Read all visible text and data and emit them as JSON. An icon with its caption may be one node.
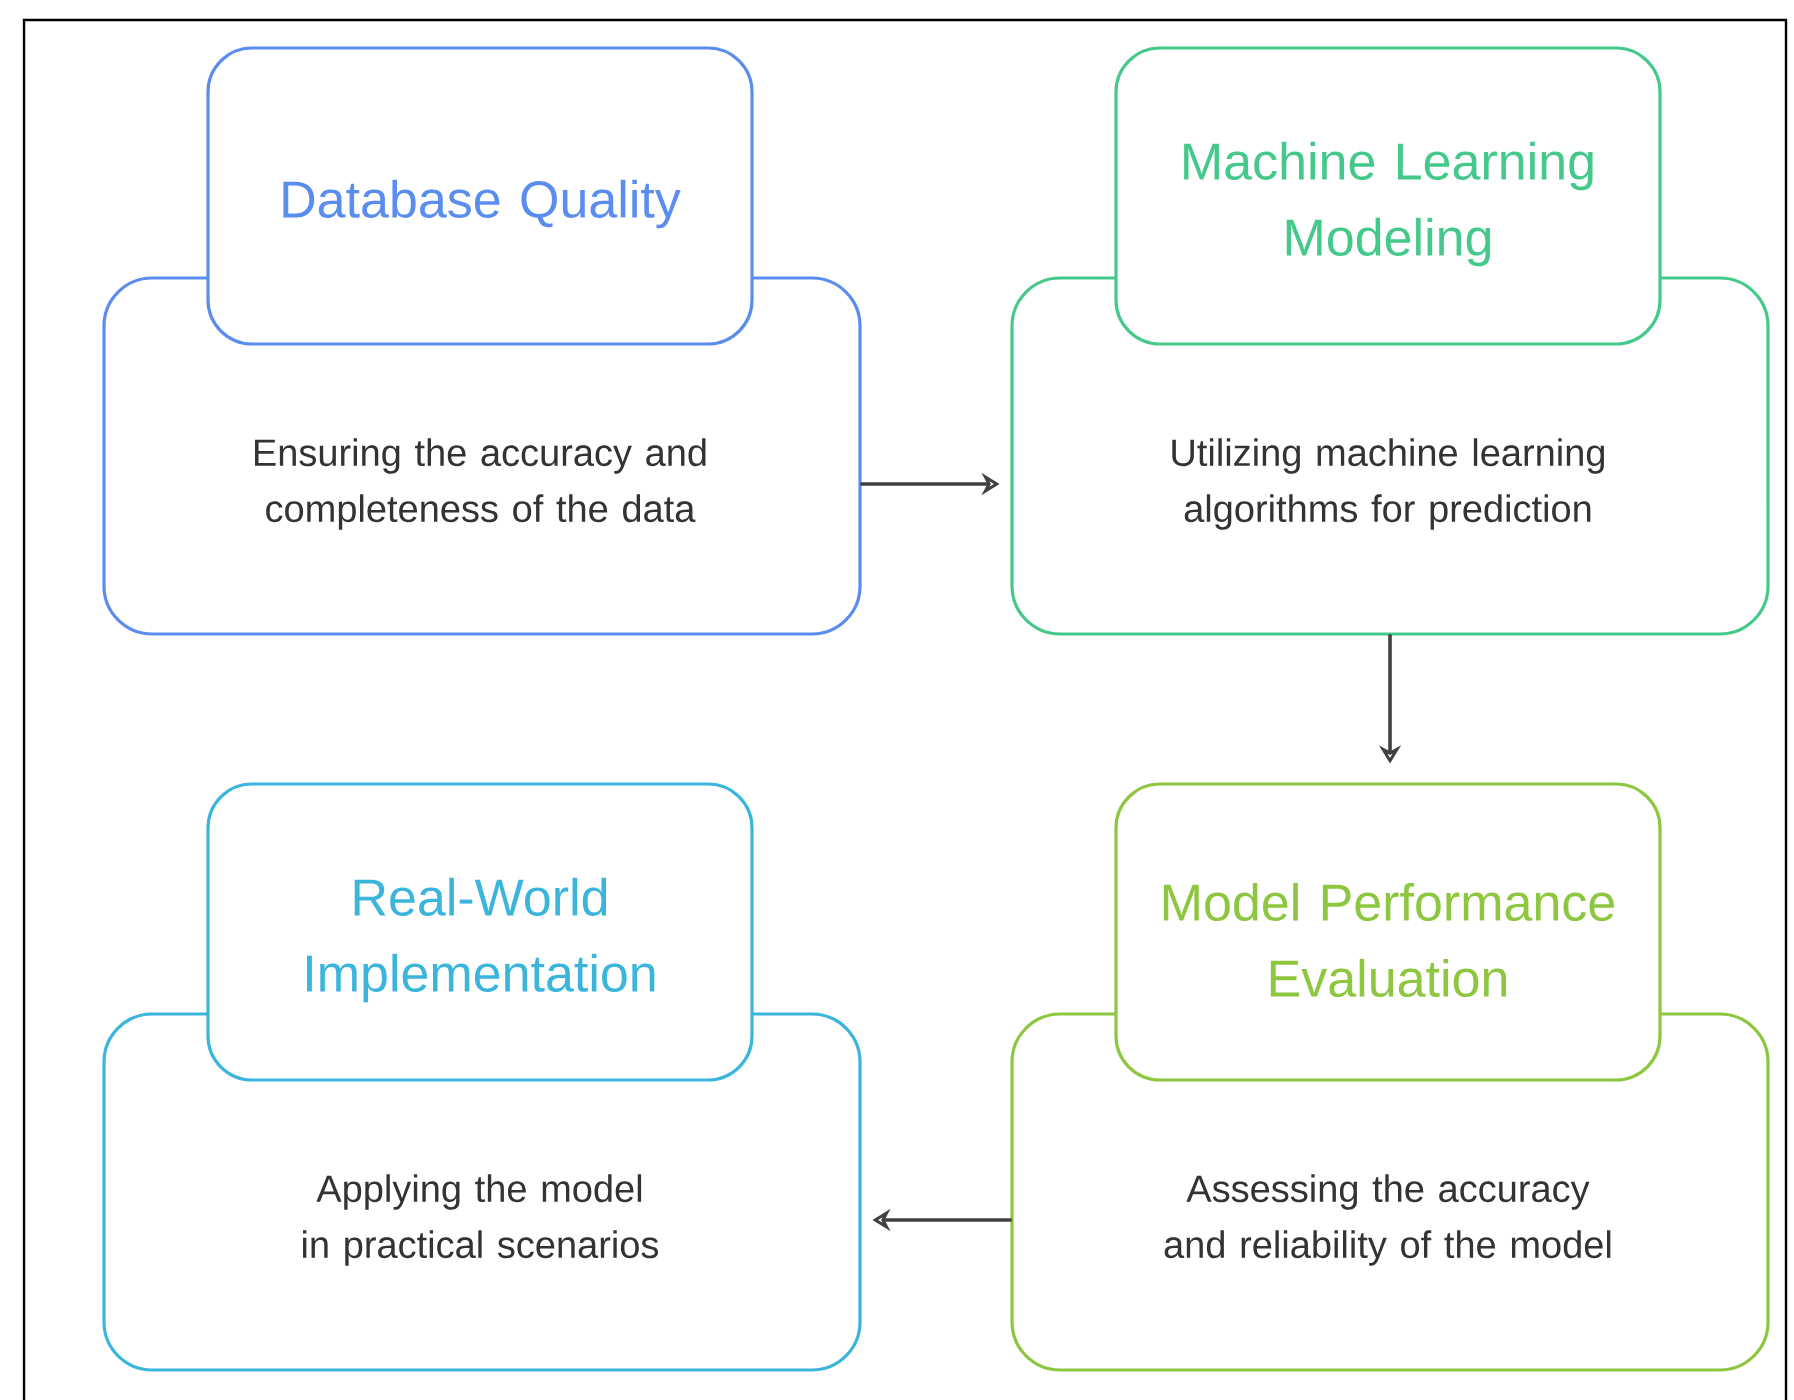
{
  "diagram": {
    "nodes": [
      {
        "text": [
          "Database Quality",
          "Ensuring the accuracy and completeness of the data"
        ]
      },
      {
        "text": [
          "Machine Learning Modeling",
          "Utilizing machine learning algorithms for prediction"
        ]
      },
      {
        "text": [
          "Real-World Implementation",
          "Applying the model in practical scenarios"
        ]
      },
      {
        "text": [
          "Model Performance Evaluation",
          "Assessing the accuracy and reliability of the model"
        ]
      }
    ],
    "edges": [
      {
        "from": 0,
        "to": 1,
        "arrow": "to"
      },
      {
        "from": 1,
        "to": 3,
        "arrow": "to"
      },
      {
        "from": 3,
        "to": 2,
        "arrow": "to"
      }
    ]
  }
}
